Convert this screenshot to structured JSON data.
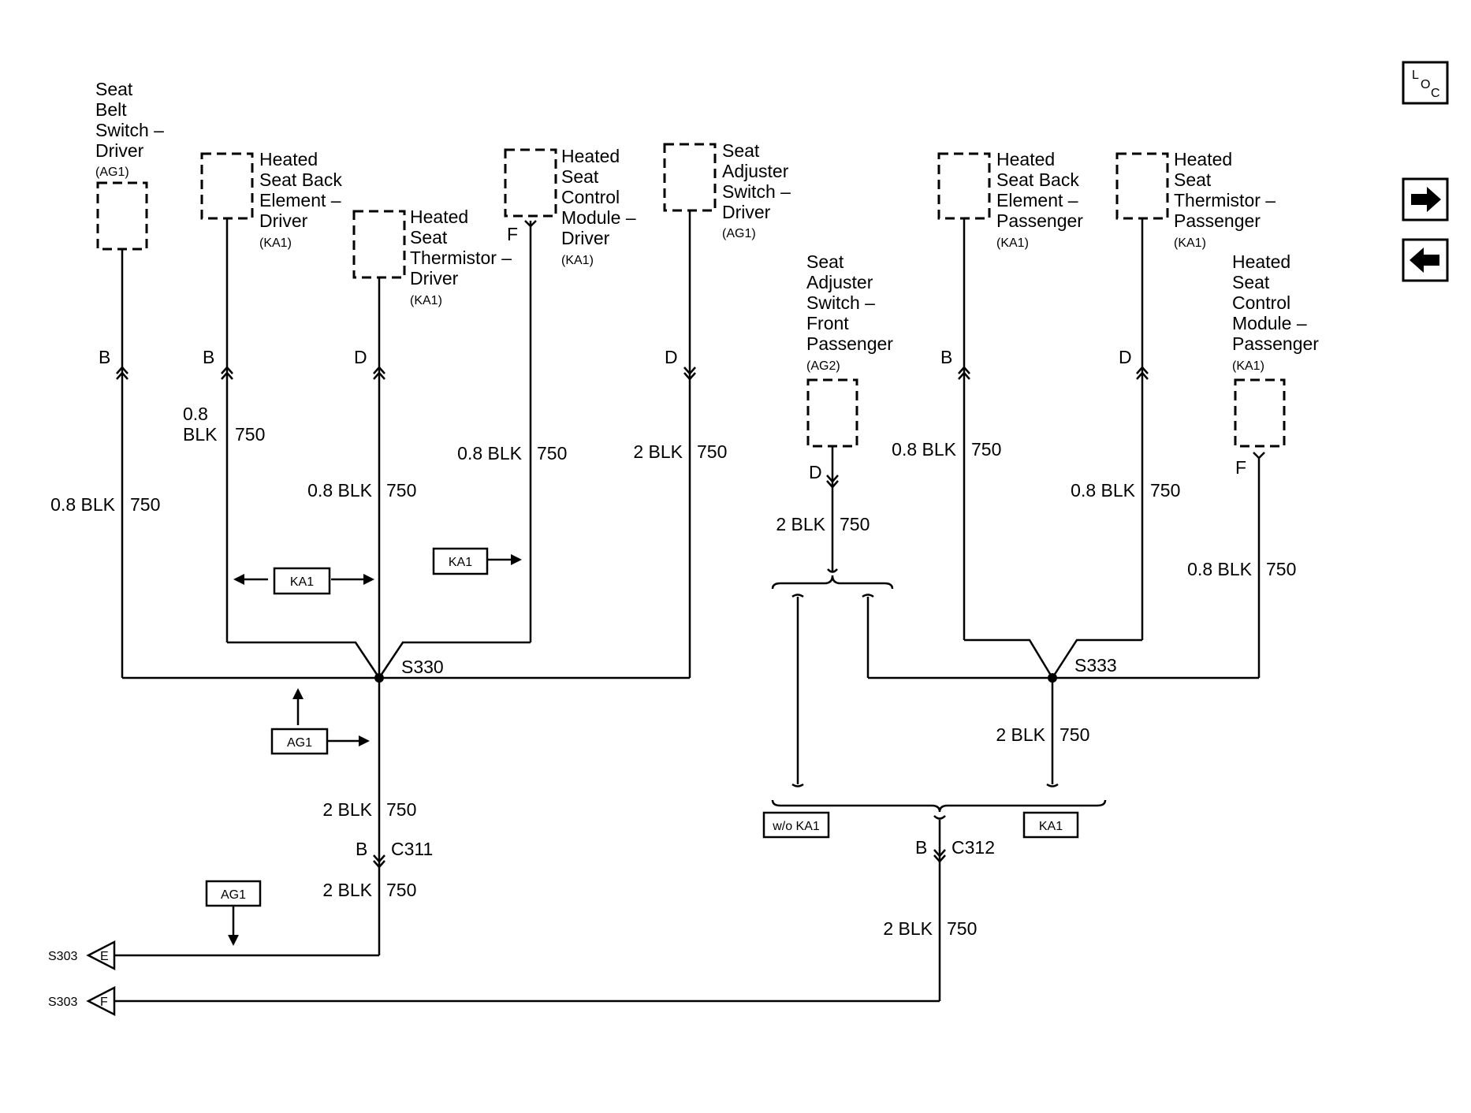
{
  "components": {
    "seat_belt_driver": {
      "lines": [
        "Seat",
        "Belt",
        "Switch –",
        "Driver"
      ],
      "option": "(AG1)",
      "pin": "B"
    },
    "heated_back_driver": {
      "lines": [
        "Heated",
        "Seat Back",
        "Element –",
        "Driver"
      ],
      "option": "(KA1)",
      "pin": "B"
    },
    "heated_thermistor_driver": {
      "lines": [
        "Heated",
        "Seat",
        "Thermistor –",
        "Driver"
      ],
      "option": "(KA1)",
      "pin": "D"
    },
    "heated_control_driver": {
      "lines": [
        "Heated",
        "Seat",
        "Control",
        "Module –",
        "Driver"
      ],
      "option": "(KA1)",
      "pin": "F"
    },
    "seat_adjuster_driver": {
      "lines": [
        "Seat",
        "Adjuster",
        "Switch –",
        "Driver"
      ],
      "option": "(AG1)",
      "pin": "D"
    },
    "seat_adjuster_front_passenger": {
      "lines": [
        "Seat",
        "Adjuster",
        "Switch –",
        "Front",
        "Passenger"
      ],
      "option": "(AG2)",
      "pin": "D"
    },
    "heated_back_passenger": {
      "lines": [
        "Heated",
        "Seat Back",
        "Element –",
        "Passenger"
      ],
      "option": "(KA1)",
      "pin": "B"
    },
    "heated_thermistor_passenger": {
      "lines": [
        "Heated",
        "Seat",
        "Thermistor –",
        "Passenger"
      ],
      "option": "(KA1)",
      "pin": "D"
    },
    "heated_control_passenger": {
      "lines": [
        "Heated",
        "Seat",
        "Control",
        "Module –",
        "Passenger"
      ],
      "option": "(KA1)",
      "pin": "F"
    }
  },
  "wires": {
    "w1_a": "0.8 BLK",
    "w1_b": "750",
    "w2_a": "0.8",
    "w2_a2": "BLK",
    "w2_b": "750",
    "w3_a": "0.8 BLK",
    "w3_b": "750",
    "w4_a": "0.8 BLK",
    "w4_b": "750",
    "w5_a": "2 BLK",
    "w5_b": "750",
    "w6_a": "2 BLK",
    "w6_b": "750",
    "w7_a": "0.8 BLK",
    "w7_b": "750",
    "w8_a": "0.8 BLK",
    "w8_b": "750",
    "w9_a": "0.8 BLK",
    "w9_b": "750",
    "w10_a": "2 BLK",
    "w10_b": "750",
    "w11_a": "2 BLK",
    "w11_b": "750",
    "w12_a": "2 BLK",
    "w12_b": "750",
    "w13_a": "2 BLK",
    "w13_b": "750"
  },
  "splices": {
    "left": "S330",
    "right": "S333"
  },
  "connectors": {
    "c311": {
      "name": "C311",
      "pin": "B"
    },
    "c312": {
      "name": "C312",
      "pin": "B"
    }
  },
  "option_boxes": {
    "ka1_left": "KA1",
    "ka1_mid": "KA1",
    "ag1_splice": "AG1",
    "ag1_bottom": "AG1",
    "wo_ka1": "w/o KA1",
    "ka1_right": "KA1"
  },
  "references": {
    "s303_e": {
      "label": "S303",
      "letter": "E"
    },
    "s303_f": {
      "label": "S303",
      "letter": "F"
    }
  },
  "nav": {
    "loc": {
      "l": "L",
      "o": "O",
      "c": "C"
    },
    "forward_icon": "arrow-right-icon",
    "back_icon": "arrow-left-icon"
  }
}
